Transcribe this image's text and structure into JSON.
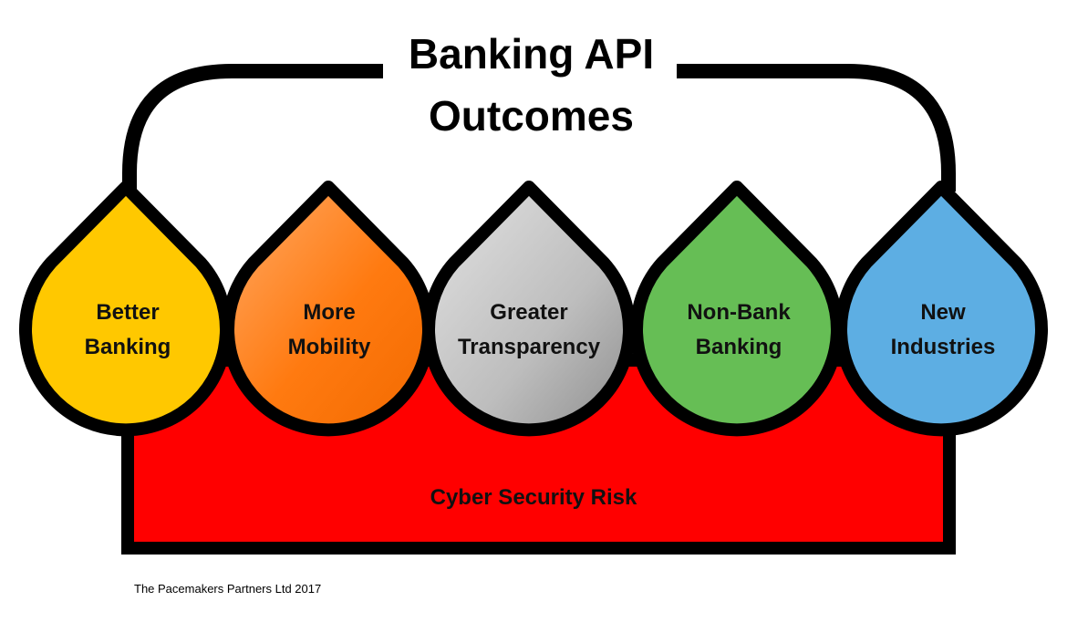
{
  "title": {
    "line1": "Banking API",
    "line2": "Outcomes"
  },
  "outcomes": [
    {
      "line1": "Better",
      "line2": "Banking",
      "color": "#FFC800"
    },
    {
      "line1": "More",
      "line2": "Mobility",
      "color": "#FF7A10"
    },
    {
      "line1": "Greater",
      "line2": "Transparency",
      "color": "#BDBDBD"
    },
    {
      "line1": "Non-Bank",
      "line2": "Banking",
      "color": "#66BE55"
    },
    {
      "line1": "New",
      "line2": "Industries",
      "color": "#5DAEE3"
    }
  ],
  "base": {
    "label": "Cyber Security Risk",
    "color": "#FF0000"
  },
  "footer": {
    "credit": "The Pacemakers Partners Ltd 2017"
  }
}
